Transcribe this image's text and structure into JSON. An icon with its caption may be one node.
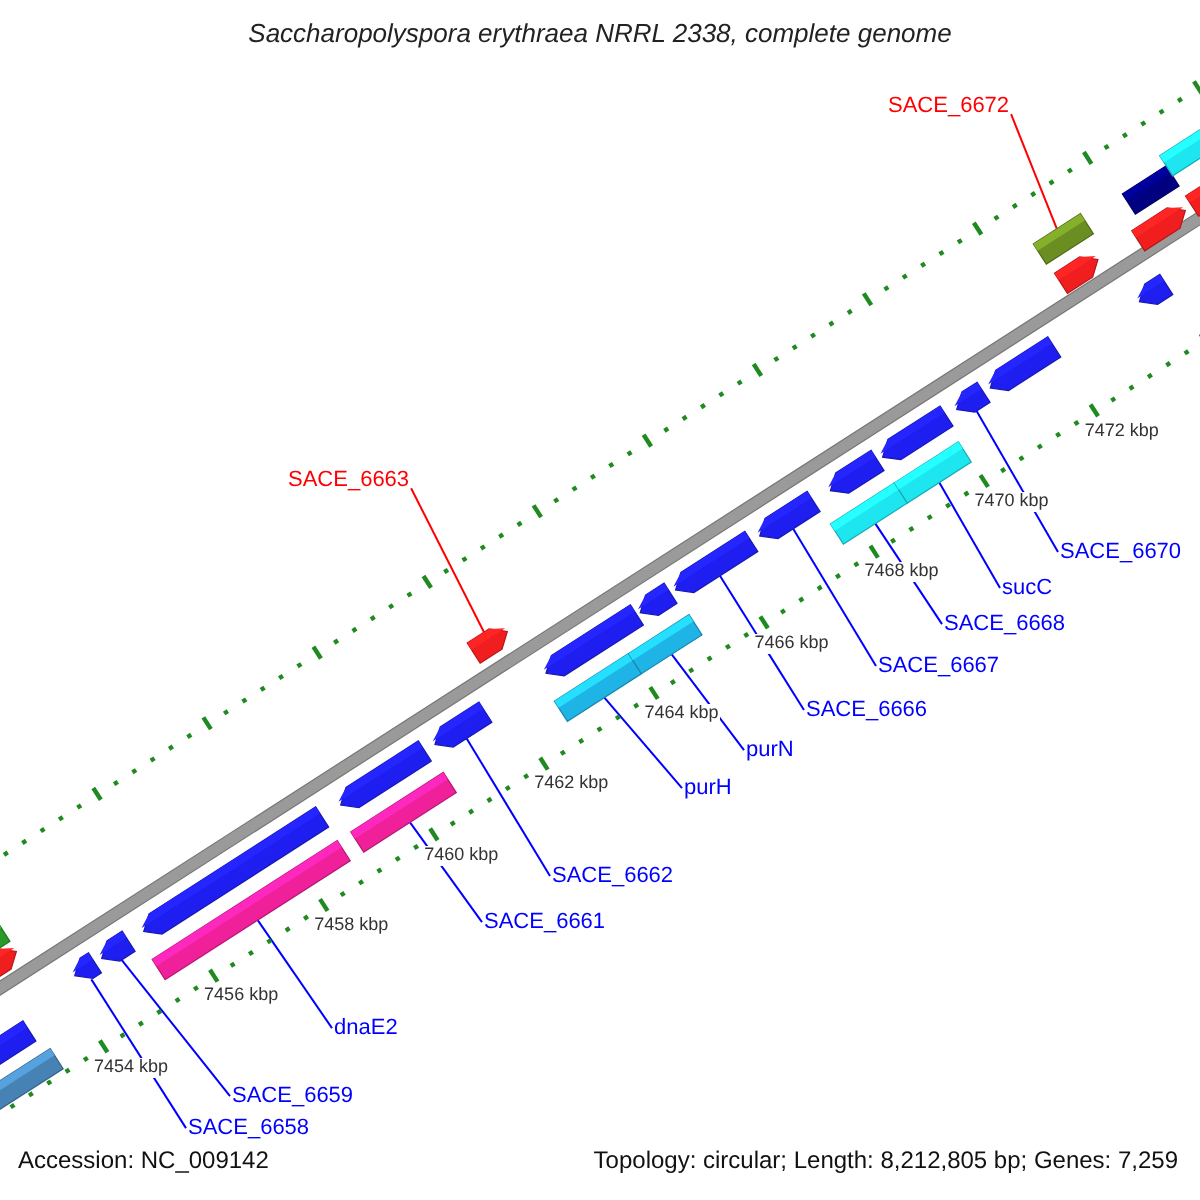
{
  "diagram": {
    "title": "Saccharopolyspora erythraea NRRL 2338, complete genome",
    "nodes": [
      {
        "text": [
          "SACE_6672"
        ]
      },
      {
        "text": [
          "SACE_6663"
        ]
      },
      {
        "text": [
          "SACE_6670"
        ]
      },
      {
        "text": [
          "sucC"
        ]
      },
      {
        "text": [
          "SACE_6668"
        ]
      },
      {
        "text": [
          "SACE_6667"
        ]
      },
      {
        "text": [
          "SACE_6666"
        ]
      },
      {
        "text": [
          "purN"
        ]
      },
      {
        "text": [
          "purH"
        ]
      },
      {
        "text": [
          "SACE_6662"
        ]
      },
      {
        "text": [
          "SACE_6661"
        ]
      },
      {
        "text": [
          "dnaE2"
        ]
      },
      {
        "text": [
          "SACE_6659"
        ]
      },
      {
        "text": [
          "SACE_6658"
        ]
      },
      {
        "text": [],
        "shape": "arrow"
      },
      {
        "text": [],
        "shape": "box"
      },
      {
        "text": [],
        "shape": "arrow"
      },
      {
        "text": [],
        "shape": "box"
      },
      {
        "text": [],
        "shape": "arrow"
      },
      {
        "text": [],
        "shape": "arrow"
      },
      {
        "text": [],
        "shape": "arrow"
      },
      {
        "text": [],
        "shape": "box"
      },
      {
        "text": [],
        "shape": "arrow"
      },
      {
        "text": [],
        "shape": "box"
      },
      {
        "text": [],
        "shape": "arrow"
      },
      {
        "text": [],
        "shape": "arrow"
      },
      {
        "text": [],
        "shape": "arrow"
      },
      {
        "text": [],
        "shape": "box"
      },
      {
        "text": [],
        "shape": "arrow"
      },
      {
        "text": [],
        "shape": "box"
      },
      {
        "text": [],
        "shape": "arrow"
      },
      {
        "text": [],
        "shape": "arrow"
      },
      {
        "text": [],
        "shape": "box"
      },
      {
        "text": [],
        "shape": "arrow"
      },
      {
        "text": [],
        "shape": "arrow"
      },
      {
        "text": [],
        "shape": "box"
      },
      {
        "text": [],
        "shape": "arrow"
      },
      {
        "text": [],
        "shape": "arrow"
      },
      {
        "text": [],
        "shape": "box"
      },
      {
        "text": [],
        "shape": "arrow"
      },
      {
        "text": [],
        "shape": "arrow"
      },
      {
        "text": [],
        "shape": "arrow"
      },
      {
        "text": [],
        "shape": "box"
      },
      {
        "text": [],
        "shape": "box"
      },
      {
        "text": [],
        "shape": "arrow"
      }
    ],
    "edges": [
      {
        "from": 0,
        "to": 38,
        "arrow": "none",
        "color": "#ff0000"
      },
      {
        "from": 1,
        "to": 25,
        "arrow": "none",
        "color": "#ff0000"
      },
      {
        "from": 2,
        "to": 36,
        "arrow": "none"
      },
      {
        "from": 3,
        "to": 35,
        "arrow": "none"
      },
      {
        "from": 4,
        "to": 32,
        "arrow": "none"
      },
      {
        "from": 5,
        "to": 31,
        "arrow": "none"
      },
      {
        "from": 6,
        "to": 30,
        "arrow": "none"
      },
      {
        "from": 7,
        "to": 29,
        "arrow": "none"
      },
      {
        "from": 8,
        "to": 27,
        "arrow": "none"
      },
      {
        "from": 9,
        "to": 24,
        "arrow": "none"
      },
      {
        "from": 10,
        "to": 23,
        "arrow": "none"
      },
      {
        "from": 11,
        "to": 21,
        "arrow": "none"
      },
      {
        "from": 12,
        "to": 19,
        "arrow": "none"
      },
      {
        "from": 13,
        "to": 18,
        "arrow": "none"
      }
    ],
    "labels": [
      "7472 kbp",
      "7470 kbp",
      "7468 kbp",
      "7466 kbp",
      "7464 kbp",
      "7462 kbp",
      "7460 kbp",
      "7458 kbp",
      "7456 kbp",
      "7454 kbp",
      "Accession: NC_009142",
      "Topology: circular; Length: 8,212,805 bp; Genes: 7,259"
    ]
  }
}
